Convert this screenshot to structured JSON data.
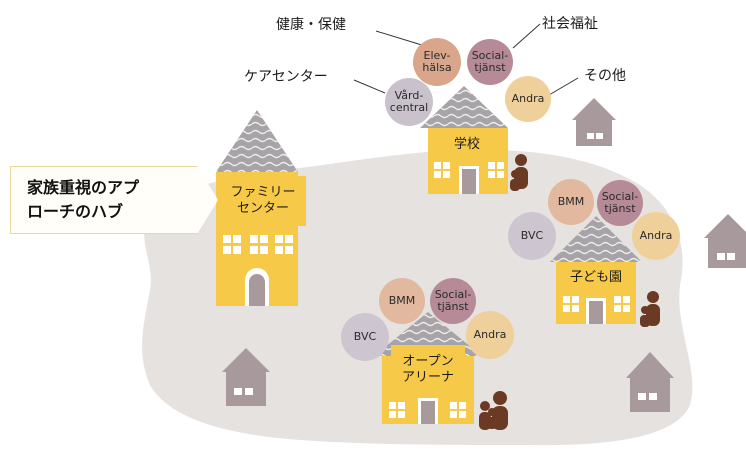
{
  "colors": {
    "blob": "#e6e2e0",
    "building": "#f7c948",
    "roof": "#a6a3a9",
    "roof_wave": "#f0ece6",
    "grey_house": "#a89a9c",
    "elevhalsa": "#d9a68c",
    "social": "#b78a97",
    "andra": "#efd09a",
    "vard": "#c9c2cc",
    "bmm": "#e2b89e",
    "bvc": "#cdc6d0",
    "people": "#6b3a24"
  },
  "labels": {
    "health": "健康・保健",
    "social_welfare": "社会福祉",
    "care_center": "ケアセンター",
    "other": "その他"
  },
  "callout": {
    "text": "家族重視のアプ\nローチのハブ"
  },
  "buildings": {
    "family_center": "ファミリー\nセンター",
    "school": "学校",
    "preschool": "子ども園",
    "open_arena": "オープン\nアリーナ"
  },
  "school_services": {
    "elevhalsa": "Elev-\nhälsa",
    "social": "Social-\ntjänst",
    "andra": "Andra",
    "vard": "Vård-\ncentral"
  },
  "preschool_services": {
    "bmm": "BMM",
    "social": "Social-\ntjänst",
    "bvc": "BVC",
    "andra": "Andra"
  },
  "arena_services": {
    "bmm": "BMM",
    "social": "Social-\ntjänst",
    "bvc": "BVC",
    "andra": "Andra"
  }
}
